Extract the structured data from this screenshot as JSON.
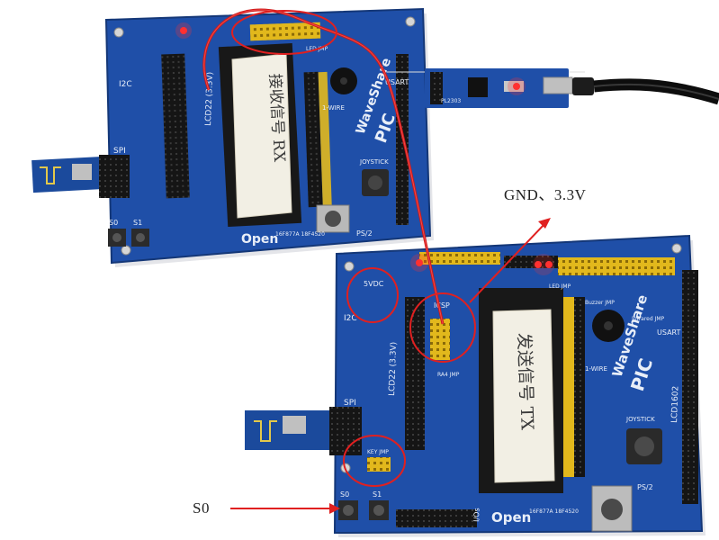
{
  "annotations": {
    "gnd_33v": "GND、3.3V",
    "s0": "S0"
  },
  "board_top": {
    "brand": "WaveShare",
    "model": "PIC",
    "open_label": "Open",
    "chip_label": "16F877A\n18F4520",
    "tape_label": "接收信号 RX",
    "labels": {
      "lcd": "LCD22 (3.3V)",
      "i2c": "I2C",
      "spi": "SPI",
      "s0": "S0",
      "s1": "S1",
      "usart": "USART",
      "pl2303": "PL2303",
      "joystick": "JOYSTICK",
      "onewire": "1-WIRE",
      "ps2": "PS/2",
      "led_jmp": "LED JMP"
    }
  },
  "board_bottom": {
    "brand": "WaveShare",
    "model": "PIC",
    "open_label": "Open",
    "chip_label": "16F877A\n18F4520",
    "tape_label": "发送信号 TX",
    "labels": {
      "lcd": "LCD22 (3.3V)",
      "lcd1602": "LCD1602",
      "i2c": "I2C",
      "spi": "SPI",
      "s0": "S0",
      "s1": "S1",
      "usart": "USART",
      "joystick": "JOYSTICK",
      "onewire": "1-WIRE",
      "ps2": "PS/2",
      "led_jmp": "LED JMP",
      "icsp": "ICSP",
      "vdc": "5VDC",
      "key_jmp": "KEY JMP",
      "buzzer": "Buzzer JMP",
      "infrared": "Infrared JMP",
      "ra4": "RA4 JMP",
      "io_label": "I/Os"
    }
  },
  "colors": {
    "board_blue": "#1f4fa8",
    "board_dark": "#173f8a",
    "annotation_red": "#e02020",
    "wire_red": "#d01818",
    "header_yellow": "#e8c020",
    "background": "#ffffff"
  }
}
